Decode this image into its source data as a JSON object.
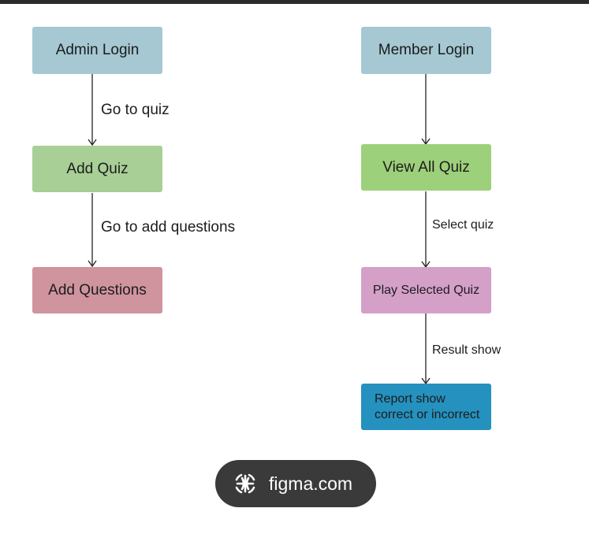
{
  "colors": {
    "admin_login": "#a5c8d3",
    "add_quiz": "#a8cf95",
    "add_questions": "#d0949e",
    "member_login": "#a5c8d3",
    "view_all_quiz": "#9dd07a",
    "play_selected_quiz": "#d4a0c8",
    "report_show": "#2591bf"
  },
  "nodes": {
    "admin_login": "Admin Login",
    "add_quiz": "Add Quiz",
    "add_questions": "Add Questions",
    "member_login": "Member Login",
    "view_all_quiz": "View All Quiz",
    "play_selected_quiz": "Play Selected Quiz",
    "report_show_line1": "Report show",
    "report_show_line2": "correct or incorrect"
  },
  "edges": {
    "go_to_quiz": "Go to quiz",
    "go_to_add_questions": "Go to add questions",
    "select_quiz": "Select quiz",
    "result_show": "Result show"
  },
  "badge": {
    "icon": "globe-icon",
    "text": "figma.com"
  }
}
